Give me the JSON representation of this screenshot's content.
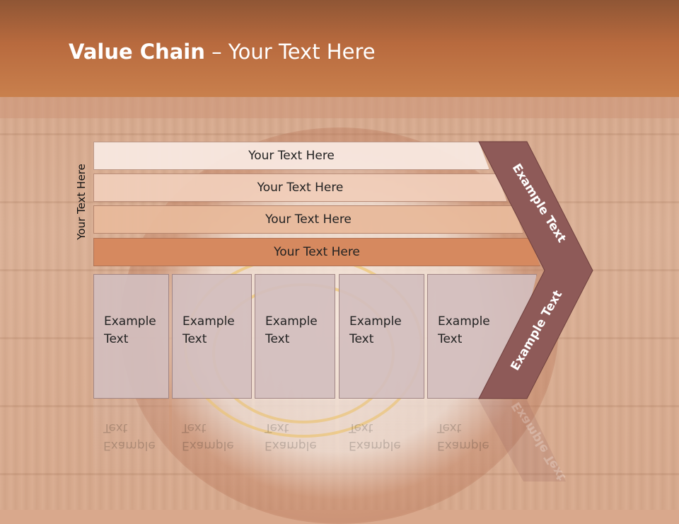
{
  "slide": {
    "title_bold": "Value Chain",
    "title_rest": " – Your Text Here",
    "vertical_label": "Your Text Here",
    "bands": [
      "Your Text Here",
      "Your Text Here",
      "Your Text Here",
      "Your Text Here"
    ],
    "boxes": [
      {
        "line1": "Example",
        "line2": "Text"
      },
      {
        "line1": "Example",
        "line2": "Text"
      },
      {
        "line1": "Example",
        "line2": "Text"
      },
      {
        "line1": "Example",
        "line2": "Text"
      },
      {
        "line1": "Example",
        "line2": "Text"
      }
    ],
    "chevron_top": "Example Text",
    "chevron_bottom": "Example Text"
  },
  "colors": {
    "header": "#b86a3e",
    "chevron": "#8e5a58",
    "band_dark": "#d6895f"
  }
}
